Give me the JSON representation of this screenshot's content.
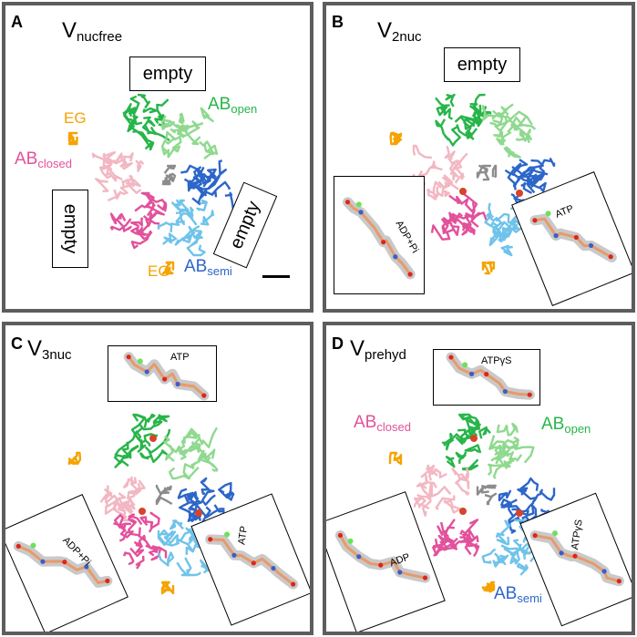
{
  "panels": {
    "A": {
      "label": "A",
      "title_main": "V",
      "title_sub": "nucfree",
      "box_top": "empty",
      "box_left": "empty",
      "box_right": "empty",
      "eg_top": "EG",
      "eg_bottom": "EG",
      "ab_open_main": "AB",
      "ab_open_sub": "open",
      "ab_closed_main": "AB",
      "ab_closed_sub": "closed",
      "ab_semi_main": "AB",
      "ab_semi_sub": "semi"
    },
    "B": {
      "label": "B",
      "title_main": "V",
      "title_sub": "2nuc",
      "box_top": "empty",
      "lig_left": "ADP+Pi",
      "lig_right": "ATP"
    },
    "C": {
      "label": "C",
      "title_main": "V",
      "title_sub": "3nuc",
      "lig_top": "ATP",
      "lig_left": "ADP+Pi",
      "lig_right": "ATP"
    },
    "D": {
      "label": "D",
      "title_main": "V",
      "title_sub": "prehyd",
      "lig_top": "ATPγS",
      "lig_left": "ADP",
      "lig_right": "ATPγS",
      "ab_open_main": "AB",
      "ab_open_sub": "open",
      "ab_closed_main": "AB",
      "ab_closed_sub": "closed",
      "ab_semi_main": "AB",
      "ab_semi_sub": "semi"
    }
  },
  "colors": {
    "open": "#27b54a",
    "open_light": "#8fd98f",
    "closed": "#e2519b",
    "closed_light": "#f2b7c2",
    "semi": "#2d66c9",
    "semi_light": "#6fc3ea",
    "eg": "#f5a300",
    "frame": "#5d5d5d"
  }
}
